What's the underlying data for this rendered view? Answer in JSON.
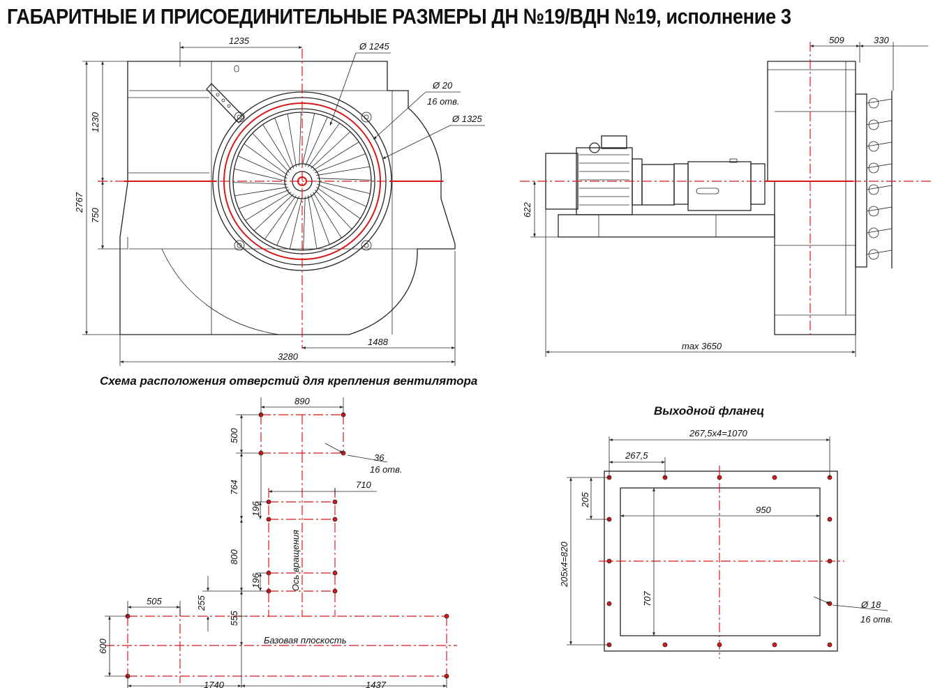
{
  "title": "ГАБАРИТНЫЕ И ПРИСОЕДИНИТЕЛЬНЫЕ РАЗМЕРЫ ДН №19/ВДН №19, исполнение 3",
  "captions": {
    "holes_scheme": "Схема расположения отверстий для крепления вентилятора",
    "outlet_flange": "Выходной фланец"
  },
  "front_view": {
    "dim_1235": "1235",
    "dim_1230": "1230",
    "dim_2767": "2767",
    "dim_750": "750",
    "dim_1488": "1488",
    "dim_3280": "3280",
    "dia_1245": "Ø 1245",
    "dia_20": "Ø 20",
    "holes_16": "16 отв.",
    "dia_1325": "Ø 1325"
  },
  "side_view": {
    "dim_509": "509",
    "dim_330": "330",
    "dim_622": "622",
    "dim_max": "max 3650"
  },
  "hole_scheme": {
    "dim_890": "890",
    "dim_500": "500",
    "dim_36": "36",
    "holes_16": "16 отв.",
    "dim_710": "710",
    "dim_764": "764",
    "dim_196a": "196",
    "dim_800": "800",
    "dim_196b": "196",
    "dim_255": "255",
    "dim_505": "505",
    "dim_555": "555",
    "dim_600": "600",
    "axis_label": "Ось вращения",
    "base_label": "Базовая плоскость",
    "dim_1740": "1740",
    "dim_1437": "1437"
  },
  "flange": {
    "dim_total": "267,5x4=1070",
    "dim_step": "267,5",
    "dim_205": "205",
    "dim_950": "950",
    "dim_vert": "205x4=820",
    "dim_707": "707",
    "dia_18": "Ø 18",
    "holes_16": "16 отв."
  }
}
